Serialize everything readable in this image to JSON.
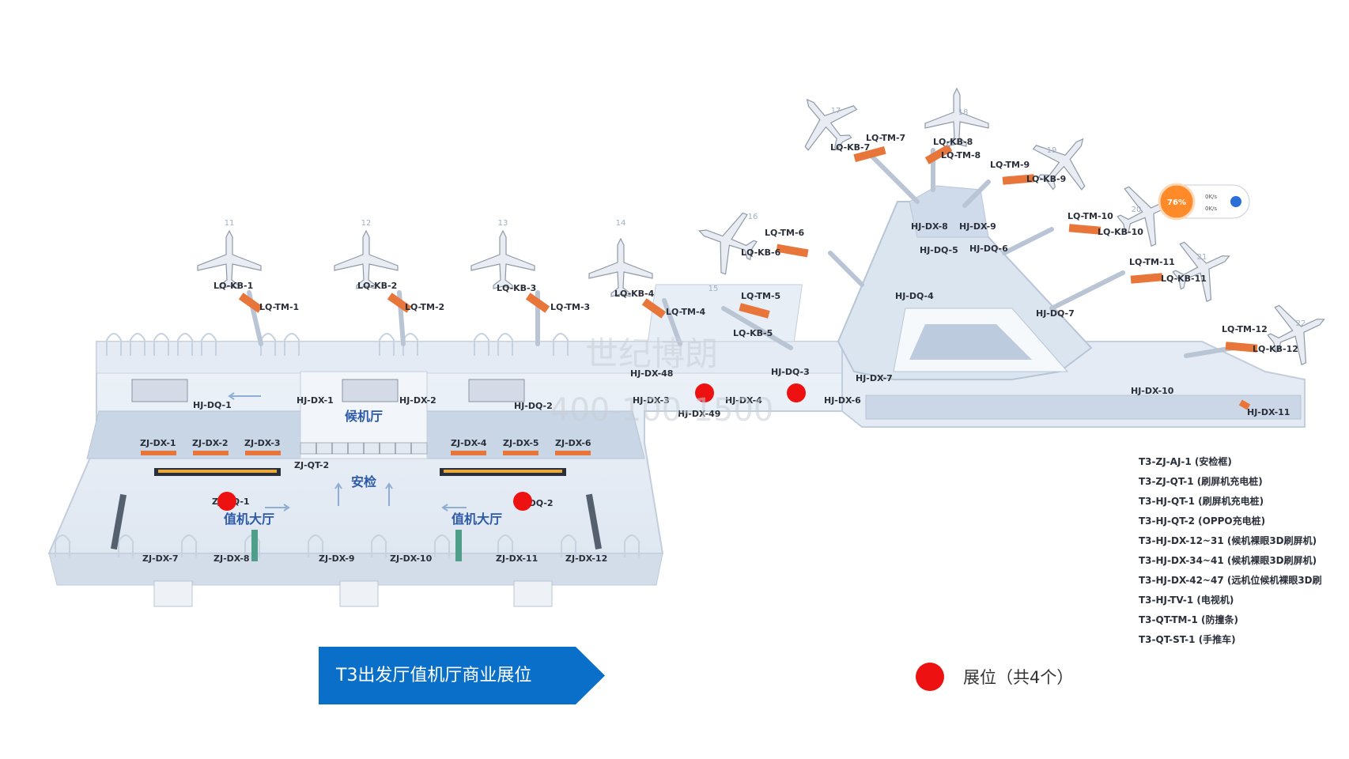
{
  "title": "T3出发厅值机厅商业展位",
  "legend_booth": "展位（共4个）",
  "colors": {
    "banner": "#0a6fc9",
    "booth": "#ee1111",
    "kiosk": "#e8763a",
    "floor": "#dfe8f3"
  },
  "watermark": {
    "line1": "世纪博朗",
    "line2": "400-100-1500"
  },
  "zones": {
    "waiting_hall": "候机厅",
    "security": "安检",
    "checkin_left": "值机大厅",
    "checkin_right": "值机大厅"
  },
  "gates": [
    "11",
    "12",
    "13",
    "14",
    "15",
    "16",
    "17",
    "18",
    "19",
    "20",
    "21",
    "22"
  ],
  "labels": {
    "kb1": "LQ-KB-1",
    "tm1": "LQ-TM-1",
    "kb2": "LQ-KB-2",
    "tm2": "LQ-TM-2",
    "kb3": "LQ-KB-3",
    "tm3": "LQ-TM-3",
    "kb4": "LQ-KB-4",
    "tm4": "LQ-TM-4",
    "kb5": "LQ-KB-5",
    "tm5": "LQ-TM-5",
    "kb6": "LQ-KB-6",
    "tm6": "LQ-TM-6",
    "kb7": "LQ-KB-7",
    "tm7": "LQ-TM-7",
    "kb8": "LQ-KB-8",
    "tm8": "LQ-TM-8",
    "kb9": "LQ-KB-9",
    "tm9": "LQ-TM-9",
    "kb10": "LQ-KB-10",
    "tm10": "LQ-TM-10",
    "kb11": "LQ-KB-11",
    "tm11": "LQ-TM-11",
    "kb12": "LQ-KB-12",
    "tm12": "LQ-TM-12",
    "hjdq1": "HJ-DQ-1",
    "hjdq2": "HJ-DQ-2",
    "hjdq3": "HJ-DQ-3",
    "hjdq4": "HJ-DQ-4",
    "hjdq5": "HJ-DQ-5",
    "hjdq6": "HJ-DQ-6",
    "hjdq7": "HJ-DQ-7",
    "hjdx1": "HJ-DX-1",
    "hjdx2": "HJ-DX-2",
    "hjdx3": "HJ-DX-3",
    "hjdx4": "HJ-DX-4",
    "hjdx6": "HJ-DX-6",
    "hjdx7": "HJ-DX-7",
    "hjdx8": "HJ-DX-8",
    "hjdx9": "HJ-DX-9",
    "hjdx10": "HJ-DX-10",
    "hjdx11": "HJ-DX-11",
    "hjdx48": "HJ-DX-48",
    "hjdx49": "HJ-DX-49",
    "zjdx1": "ZJ-DX-1",
    "zjdx2": "ZJ-DX-2",
    "zjdx3": "ZJ-DX-3",
    "zjdx4": "ZJ-DX-4",
    "zjdx5": "ZJ-DX-5",
    "zjdx6": "ZJ-DX-6",
    "zjdx7": "ZJ-DX-7",
    "zjdx8": "ZJ-DX-8",
    "zjdx9": "ZJ-DX-9",
    "zjdx10": "ZJ-DX-10",
    "zjdx11": "ZJ-DX-11",
    "zjdx12": "ZJ-DX-12",
    "zjqt2": "ZJ-QT-2",
    "zjdq1": "ZJ-DQ-1",
    "zjdq2": "ZJ-DQ-2"
  },
  "legend_codes": [
    "T3-ZJ-AJ-1 (安检框)",
    "T3-ZJ-QT-1 (刷屏机充电桩)",
    "T3-HJ-QT-1 (刷屏机充电桩)",
    "T3-HJ-QT-2 (OPPO充电桩)",
    "T3-HJ-DX-12~31 (候机裸眼3D刷屏机)",
    "T3-HJ-DX-34~41 (候机裸眼3D刷屏机)",
    "T3-HJ-DX-42~47 (远机位候机裸眼3D刷",
    "T3-HJ-TV-1 (电视机)",
    "T3-QT-TM-1 (防撞条)",
    "T3-QT-ST-1 (手推车)"
  ],
  "badge": {
    "percent": "76%",
    "up": "0K/s",
    "down": "0K/s"
  }
}
